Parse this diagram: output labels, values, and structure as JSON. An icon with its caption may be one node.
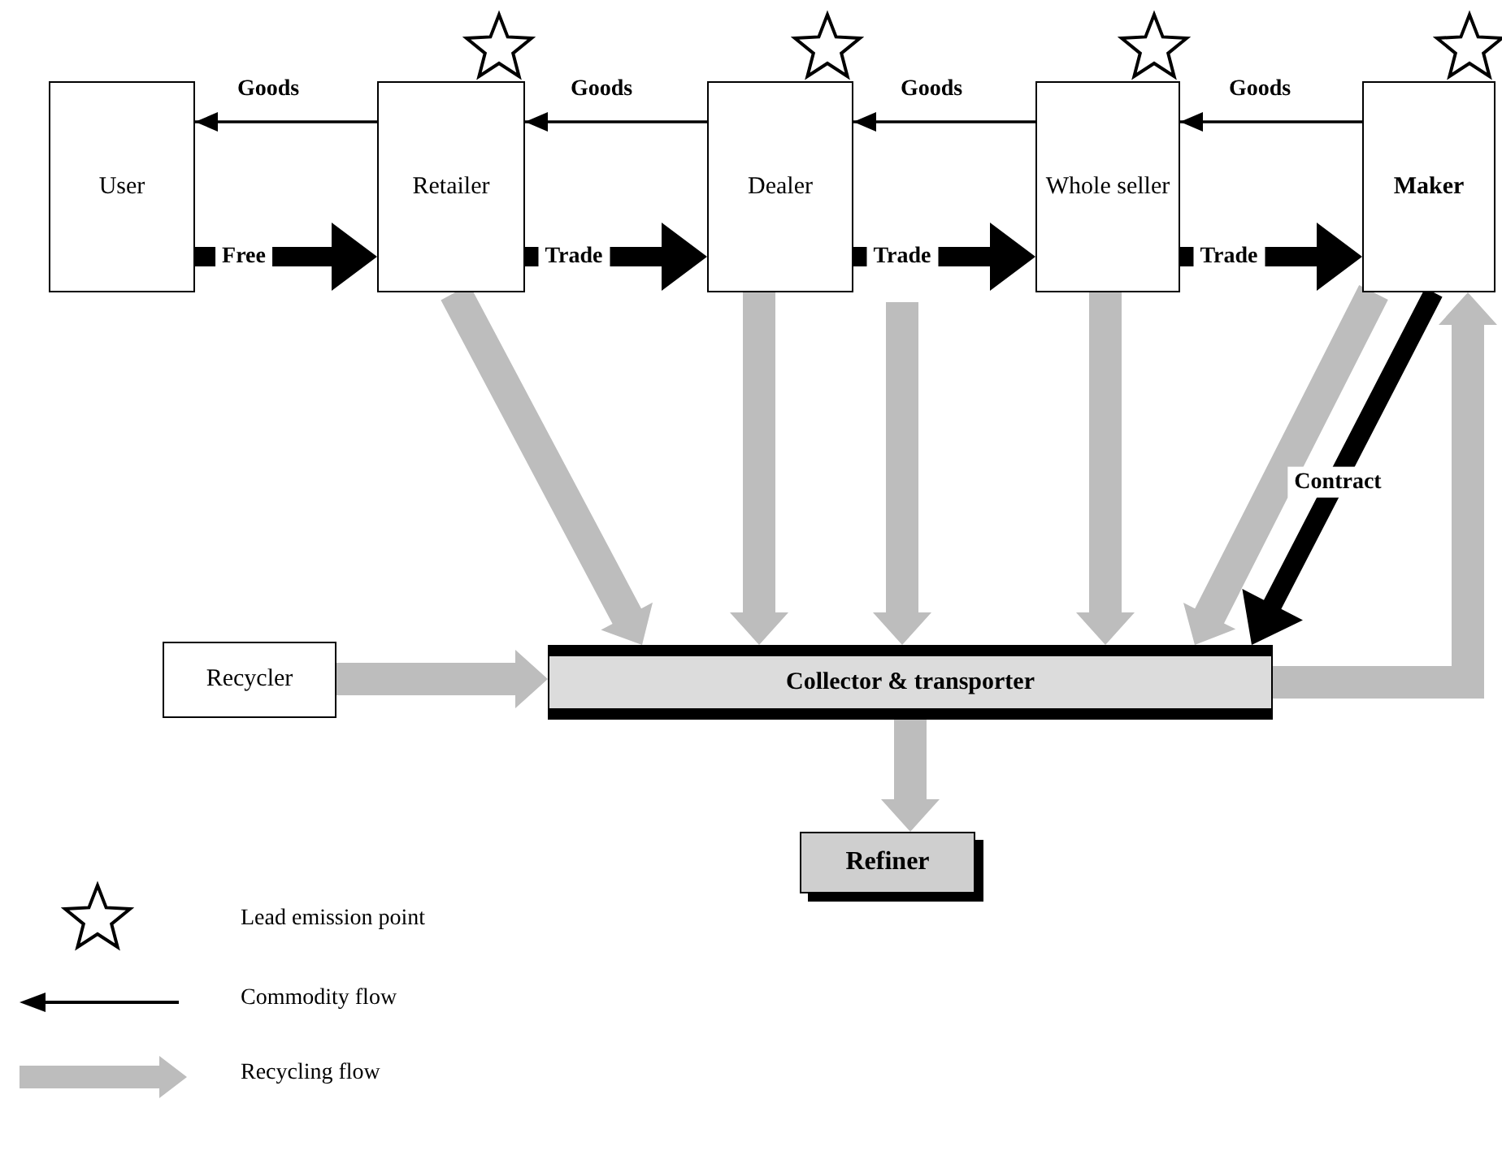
{
  "diagram": {
    "nodes": [
      {
        "text": [
          "User"
        ]
      },
      {
        "text": [
          "Retailer"
        ]
      },
      {
        "text": [
          "Dealer"
        ]
      },
      {
        "text": [
          "Whole seller"
        ]
      },
      {
        "text": [
          "Maker"
        ]
      },
      {
        "text": [
          "Recycler"
        ]
      },
      {
        "text": [
          "Collector & transporter"
        ]
      },
      {
        "text": [
          "Refiner"
        ]
      }
    ],
    "edges": [
      {
        "from": 1,
        "to": 0,
        "arrow": "to",
        "label": "Goods"
      },
      {
        "from": 2,
        "to": 1,
        "arrow": "to",
        "label": "Goods"
      },
      {
        "from": 3,
        "to": 2,
        "arrow": "to",
        "label": "Goods"
      },
      {
        "from": 4,
        "to": 3,
        "arrow": "to",
        "label": "Goods"
      },
      {
        "from": 0,
        "to": 1,
        "arrow": "to",
        "label": "Free",
        "style": "thick"
      },
      {
        "from": 1,
        "to": 2,
        "arrow": "to",
        "label": "Trade",
        "style": "thick"
      },
      {
        "from": 2,
        "to": 3,
        "arrow": "to",
        "label": "Trade",
        "style": "thick"
      },
      {
        "from": 3,
        "to": 4,
        "arrow": "to",
        "label": "Trade",
        "style": "thick"
      },
      {
        "from": 1,
        "to": 6,
        "arrow": "to",
        "style": "thick",
        "color": "#bdbdbd"
      },
      {
        "from": 2,
        "to": 6,
        "arrow": "to",
        "style": "thick",
        "color": "#bdbdbd"
      },
      {
        "from": null,
        "to": 6,
        "arrow": "to",
        "style": "thick",
        "color": "#bdbdbd"
      },
      {
        "from": 3,
        "to": 6,
        "arrow": "to",
        "style": "thick",
        "color": "#bdbdbd"
      },
      {
        "from": 4,
        "to": 6,
        "arrow": "to",
        "style": "thick",
        "color": "#bdbdbd"
      },
      {
        "from": 4,
        "to": 6,
        "arrow": "to",
        "label": "Contract",
        "style": "thick"
      },
      {
        "from": 6,
        "to": 4,
        "arrow": "to",
        "style": "thick",
        "color": "#bdbdbd"
      },
      {
        "from": 5,
        "to": 6,
        "arrow": "to",
        "style": "thick",
        "color": "#bdbdbd"
      },
      {
        "from": 6,
        "to": 7,
        "arrow": "to",
        "style": "thick",
        "color": "#bdbdbd"
      }
    ],
    "legend": [
      {
        "text": "Lead emission point"
      },
      {
        "text": "Commodity flow"
      },
      {
        "text": "Recycling flow"
      }
    ]
  }
}
